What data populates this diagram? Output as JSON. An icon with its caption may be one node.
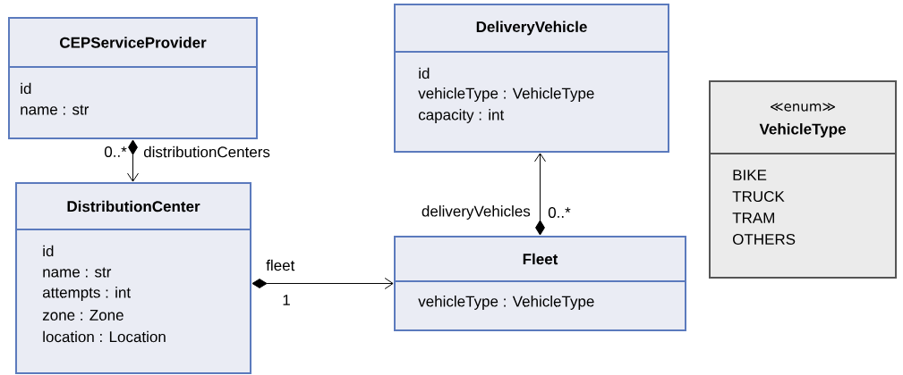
{
  "diagram": {
    "nodes": [
      {
        "text": [
          "CEPServiceProvider",
          "id",
          "name : str"
        ]
      },
      {
        "text": [
          "DeliveryVehicle",
          "id",
          "vehicleType : VehicleType",
          "capacity : int"
        ]
      },
      {
        "text": [
          "≪enum≫",
          "VehicleType",
          "BIKE",
          "TRUCK",
          "TRAM",
          "OTHERS"
        ]
      },
      {
        "text": [
          "DistributionCenter",
          "id",
          "name : str",
          "attempts : int",
          "zone : Zone",
          "location : Location"
        ]
      },
      {
        "text": [
          "Fleet",
          "vehicleType : VehicleType"
        ]
      }
    ],
    "edges": [
      {
        "from": 0,
        "to": 3,
        "arrow": "to",
        "label": "distributionCenters"
      },
      {
        "from": 3,
        "to": 4,
        "arrow": "to",
        "label": "fleet"
      },
      {
        "from": 4,
        "to": 1,
        "arrow": "to",
        "label": "deliveryVehicles"
      }
    ],
    "labels": [
      "0..*",
      "1",
      "0..*"
    ]
  }
}
